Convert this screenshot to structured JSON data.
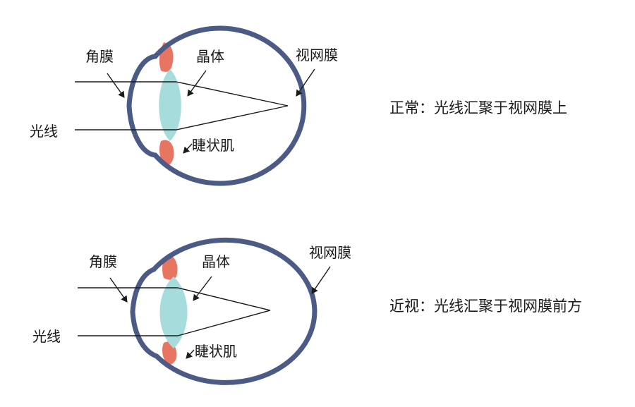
{
  "colors": {
    "eye_outline": "#4c5a86",
    "lens": "#a6dcdc",
    "ciliary_muscle": "#e87462",
    "ray": "#1a1a1a"
  },
  "normal": {
    "cornea_label": "角膜",
    "lens_label": "晶体",
    "retina_label": "视网膜",
    "ray_label": "光线",
    "muscle_label": "睫状肌",
    "caption": "正常：光线汇聚于视网膜上"
  },
  "myopia": {
    "cornea_label": "角膜",
    "lens_label": "晶体",
    "retina_label": "视网膜",
    "ray_label": "光线",
    "muscle_label": "睫状肌",
    "caption": "近视：光线汇聚于视网膜前方"
  }
}
